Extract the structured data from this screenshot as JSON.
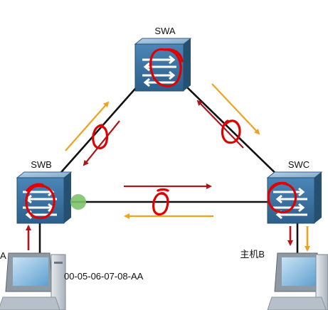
{
  "switches": [
    {
      "id": "swa",
      "label": "SWA"
    },
    {
      "id": "swb",
      "label": "SWB"
    },
    {
      "id": "swc",
      "label": "SWC"
    }
  ],
  "hosts": [
    {
      "id": "host-a",
      "label": "A"
    },
    {
      "id": "host-b",
      "label": "主机B"
    }
  ],
  "mac_address": "00-05-06-07-08-AA",
  "colors": {
    "switch_body": "#3f79a8",
    "switch_top": "#8cb4d3",
    "link": "#111111",
    "arrow_red": "#b0141a",
    "arrow_orange": "#f0a21e",
    "annotation_red": "#e00000",
    "port_green": "#7cc36a"
  },
  "icons": {
    "switch": "switch-icon",
    "host": "computer-icon",
    "annotation": "hand-drawn-circle"
  }
}
